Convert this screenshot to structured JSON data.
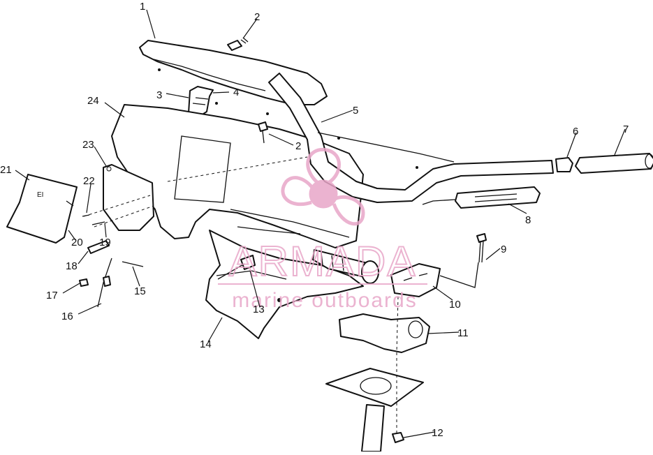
{
  "watermark": {
    "brand": "ARMADA",
    "tagline": "marine outboards",
    "color": "#e8a6c8",
    "logo_icon": "propeller-logo-icon"
  },
  "callouts": [
    "1",
    "2",
    "2",
    "3",
    "4",
    "5",
    "6",
    "7",
    "8",
    "9",
    "10",
    "11",
    "12",
    "13",
    "14",
    "15",
    "16",
    "17",
    "18",
    "19",
    "20",
    "21",
    "22",
    "23",
    "24"
  ],
  "colors": {
    "line": "#111111",
    "background": "#ffffff"
  }
}
